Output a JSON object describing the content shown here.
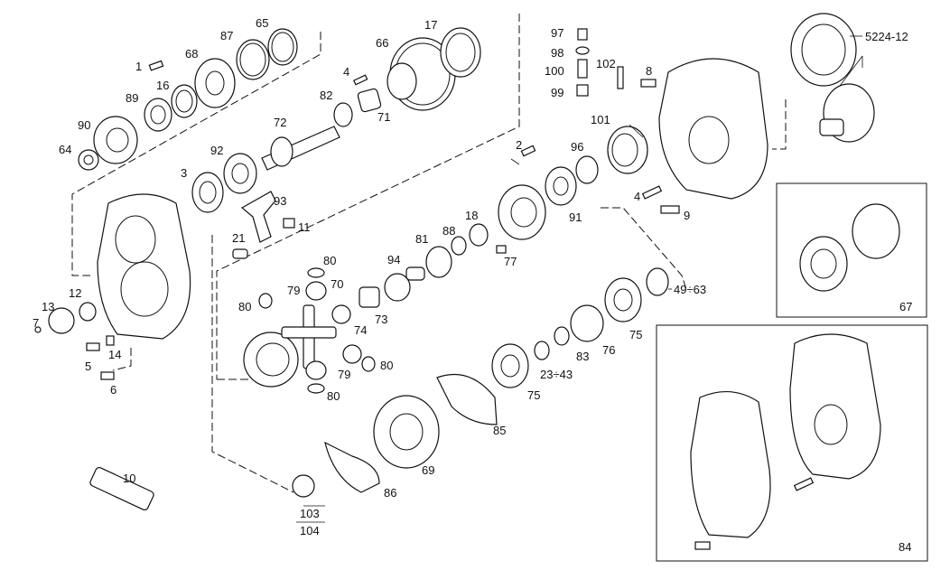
{
  "labels": {
    "p1": "1",
    "p2": "2",
    "p3": "3",
    "p4a": "4",
    "p4b": "4",
    "p5": "5",
    "p6": "6",
    "p7": "7",
    "p8": "8",
    "p9": "9",
    "p10": "10",
    "p11": "11",
    "p12": "12",
    "p13": "13",
    "p14": "14",
    "p16": "16",
    "p17": "17",
    "p18": "18",
    "p21": "21",
    "p23_43": "23÷43",
    "p49_63": "49÷63",
    "p64": "64",
    "p65": "65",
    "p66": "66",
    "p67": "67",
    "p68": "68",
    "p69": "69",
    "p70": "70",
    "p71": "71",
    "p72": "72",
    "p73": "73",
    "p74": "74",
    "p75a": "75",
    "p75b": "75",
    "p76": "76",
    "p77": "77",
    "p79a": "79",
    "p79b": "79",
    "p80a": "80",
    "p80b": "80",
    "p80c": "80",
    "p80d": "80",
    "p81": "81",
    "p82": "82",
    "p83": "83",
    "p84": "84",
    "p85": "85",
    "p86": "86",
    "p87": "87",
    "p88": "88",
    "p89": "89",
    "p90": "90",
    "p91": "91",
    "p92": "92",
    "p93": "93",
    "p94": "94",
    "p96": "96",
    "p97": "97",
    "p98": "98",
    "p99": "99",
    "p100": "100",
    "p101": "101",
    "p102": "102",
    "p103": "103",
    "p104": "104",
    "p5224": "5224-12"
  }
}
